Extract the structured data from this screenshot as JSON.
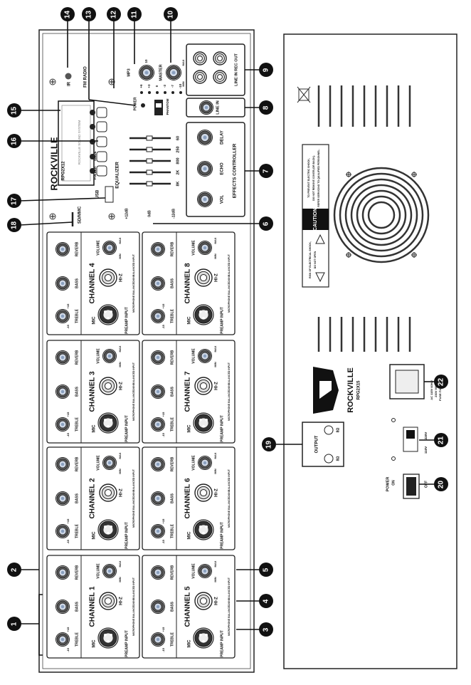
{
  "brand": {
    "front_logo": "ROCKVILLE",
    "front_model": "RPG2X12",
    "rear_logo": "ROCKVILLE",
    "rear_model": "RPG2X15",
    "display_text": "ROCKVILLE SOUND SYSTEM"
  },
  "callouts": [
    "1",
    "2",
    "3",
    "4",
    "5",
    "6",
    "7",
    "8",
    "9",
    "10",
    "11",
    "12",
    "13",
    "14",
    "15",
    "16",
    "17",
    "18",
    "19",
    "20",
    "21",
    "22"
  ],
  "control_panel": {
    "ir_label": "IR",
    "fm_radio_label": "FM RADIO",
    "power_label": "POWER",
    "phantom_label": "PHANTOM",
    "mp3_label": "MP3",
    "master_label": "MASTER",
    "min_label": "MIN",
    "max_label": "MAX",
    "zero_label": "0",
    "ten_label": "10",
    "usb_label": "USB",
    "sdmmc_label": "SD/MMC",
    "folder_label": "FOLDER",
    "mode_label": "MODE",
    "line_in_label": "LINE IN",
    "line_in_rec_out_label": "LINE IN   REC OUT",
    "vu_labels": [
      "+6",
      "+3",
      "0",
      "-3",
      "-7",
      "-10"
    ]
  },
  "equalizer": {
    "title": "EQUALIZER",
    "bands": [
      "60",
      "250",
      "800",
      "2K",
      "8K"
    ],
    "scale": [
      "+12dB",
      "0dB",
      "-12dB"
    ]
  },
  "effects": {
    "title": "EFFECTS CONTROLLER",
    "knobs": [
      "VOL",
      "ECHO",
      "DELAY"
    ]
  },
  "channels": [
    {
      "title": "CHANNEL 1"
    },
    {
      "title": "CHANNEL 2"
    },
    {
      "title": "CHANNEL 3"
    },
    {
      "title": "CHANNEL 4"
    },
    {
      "title": "CHANNEL 5"
    },
    {
      "title": "CHANNEL 6"
    },
    {
      "title": "CHANNEL 7"
    },
    {
      "title": "CHANNEL 8"
    }
  ],
  "channel_labels": {
    "treble": "TREBLE",
    "bass": "BASS",
    "reverb": "REVERB",
    "volume": "VOLUME",
    "hiz": "HI-Z",
    "mic": "MIC",
    "preamp": "PREAMP INPUT",
    "mic_note": "MICROPHONE BALANCED/UNBALANCED INPUT",
    "minus15": "-15",
    "plus15": "+15"
  },
  "rear_panel": {
    "caution_title": "CAUTION",
    "caution_text_1": "TO PREVENT ELECTRIC SHOCK,",
    "caution_text_2": "DO NOT REMOVE COVER (OR BACK).",
    "caution_text_3": "REFER SERVICING TO QUALIFIED PERSONNEL.",
    "risk_text_1": "RISK OF ELECTRICAL SHOCK,",
    "risk_text_2": "DO NOT OPEN",
    "output_label": "OUTPUT",
    "ohm_label": "8Ω",
    "ac_label_1": "AC 115V 60Hz/",
    "ac_label_2": "230V 50Hz",
    "fuse_label": "FUSE:T4A 250V",
    "v110": "110V",
    "v220": "220V",
    "power_label": "POWER",
    "on_label": "ON",
    "off_label": "OFF"
  }
}
